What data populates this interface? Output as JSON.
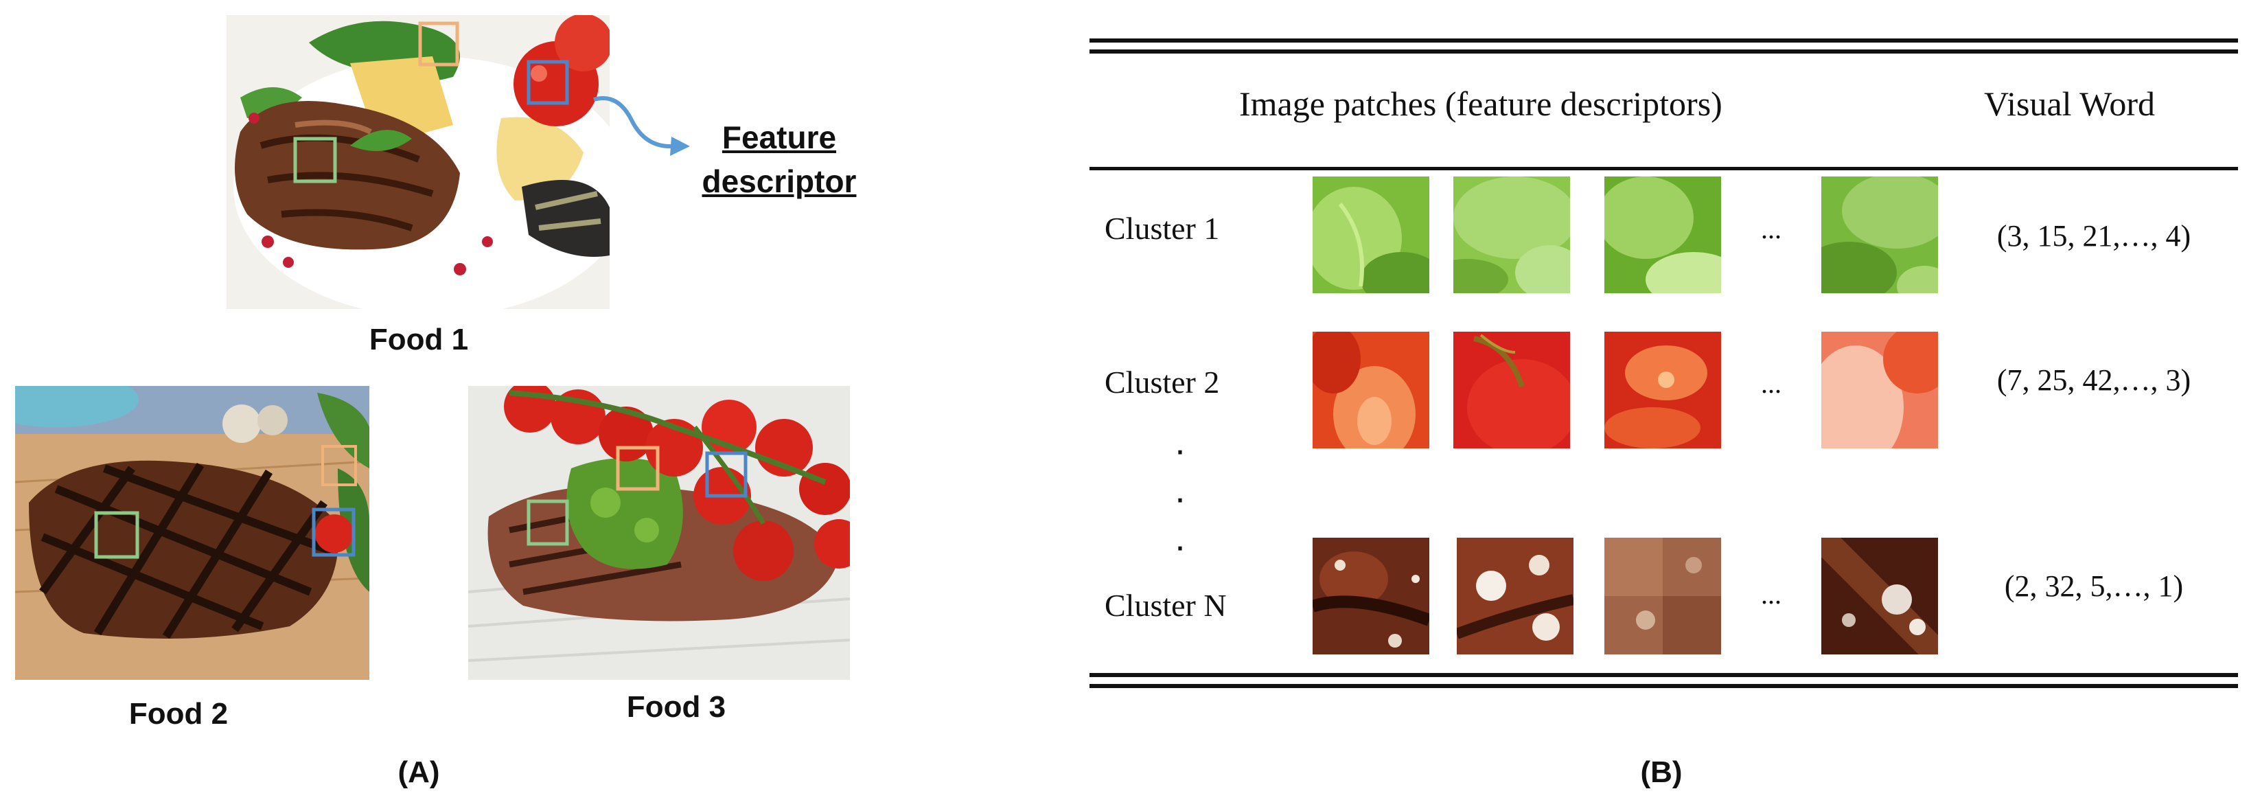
{
  "panel_a": {
    "food1_label": "Food 1",
    "food2_label": "Food 2",
    "food3_label": "Food 3",
    "feature_label_line1": "Feature",
    "feature_label_line2": "descriptor",
    "panel_label": "(A)",
    "box_colors": {
      "green": "#8fc98a",
      "orange": "#f0b27a",
      "blue": "#4a86c8"
    }
  },
  "panel_b": {
    "header_patches": "Image patches (feature descriptors)",
    "header_word": "Visual Word",
    "ellipsis": "...",
    "vertical_dot": "·",
    "rows": [
      {
        "label": "Cluster 1",
        "word": "(3, 15, 21,…, 4)"
      },
      {
        "label": "Cluster 2",
        "word": "(7, 25, 42,…, 3)"
      },
      {
        "label": "Cluster N",
        "word": "(2, 32, 5,…, 1)"
      }
    ],
    "panel_label": "(B)"
  }
}
